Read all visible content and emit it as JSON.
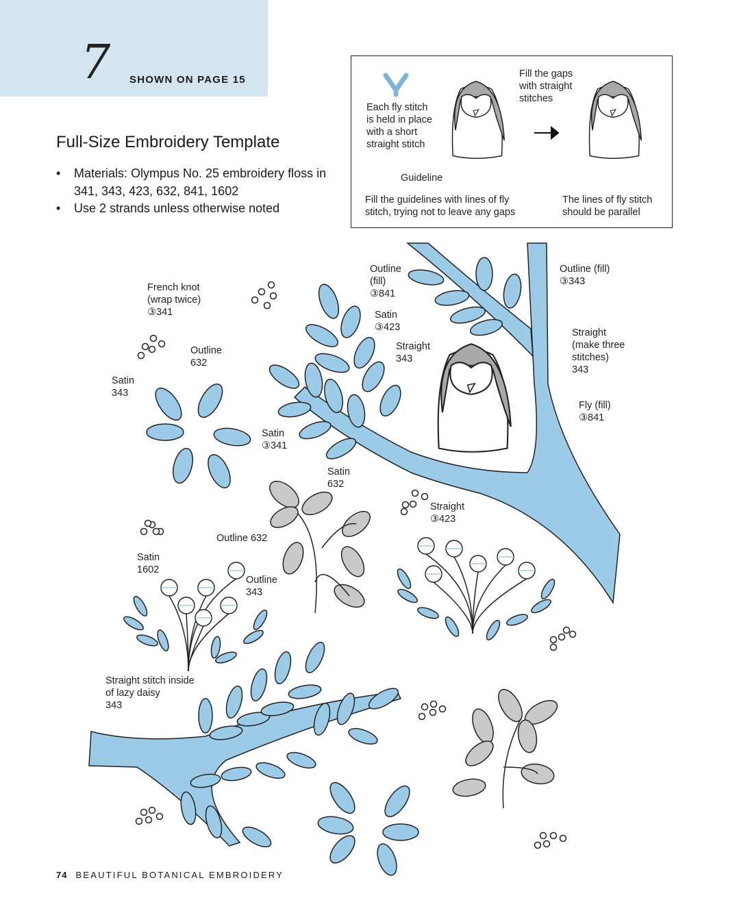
{
  "header": {
    "chapter_number": "7",
    "shown_on": "SHOWN ON PAGE 15"
  },
  "title": "Full-Size Embroidery Template",
  "materials": [
    "Materials: Olympus No. 25 embroidery floss in 341, 343, 423, 632, 841, 1602",
    "Use 2 strands unless otherwise noted"
  ],
  "diagram": {
    "fly_note": "Each fly stitch\nis held in place\nwith a short\nstraight stitch",
    "guideline": "Guideline",
    "fill_gaps": "Fill the gaps\nwith straight\nstitches",
    "caption_left": "Fill the guidelines with lines of fly\nstitch, trying not to leave any gaps",
    "caption_right": "The lines of fly stitch\nshould be parallel"
  },
  "labels": [
    "French knot\n(wrap twice)\n③341",
    "Outline\n632",
    "Satin\n343",
    "Satin\n③341",
    "Outline\n(fill)\n③841",
    "Satin\n③423",
    "Straight\n343",
    "Outline (fill)\n③343",
    "Straight\n(make three\nstitches)\n343",
    "Fly (fill)\n③841",
    "Satin\n632",
    "Outline 632",
    "Straight\n③423",
    "Satin\n1602",
    "Outline\n343",
    "Straight stitch inside\nof lazy daisy\n343"
  ],
  "footer": {
    "page_number": "74",
    "book_title": "BEAUTIFUL BOTANICAL EMBROIDERY"
  },
  "colors": {
    "band": "#d5e5f0",
    "blue": "#9ccbe8",
    "gray": "#a8a8a8",
    "pink": "#e86aa0"
  }
}
